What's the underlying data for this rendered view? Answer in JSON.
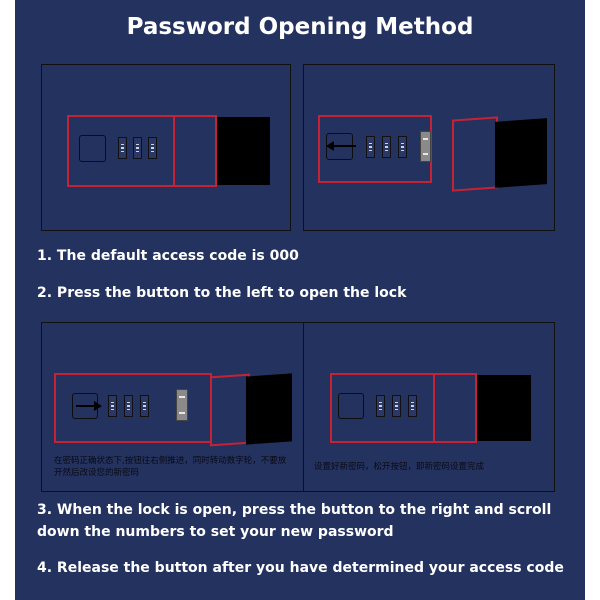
{
  "title": "Password Opening Method",
  "captions": {
    "panel3": "在密码正确状态下,按钮往右侧推进，同时转动数字轮，不要放开然后改设您的新密码",
    "panel4": "设置好新密码，松开按钮，即新密码设置完成"
  },
  "steps": [
    "1. The default access code is 000",
    "2. Press the button to the left to open the lock",
    "3. When the lock is open, press the button to the right and scroll down the numbers to set your new password",
    "4. Release the button after you have determined your access code"
  ],
  "colors": {
    "background": "#24325f",
    "highlight": "#c62235",
    "panel_border": "#111111"
  },
  "icons": [
    "arrow-left-icon",
    "arrow-right-icon",
    "lock-button-icon",
    "combination-dial-icon"
  ]
}
